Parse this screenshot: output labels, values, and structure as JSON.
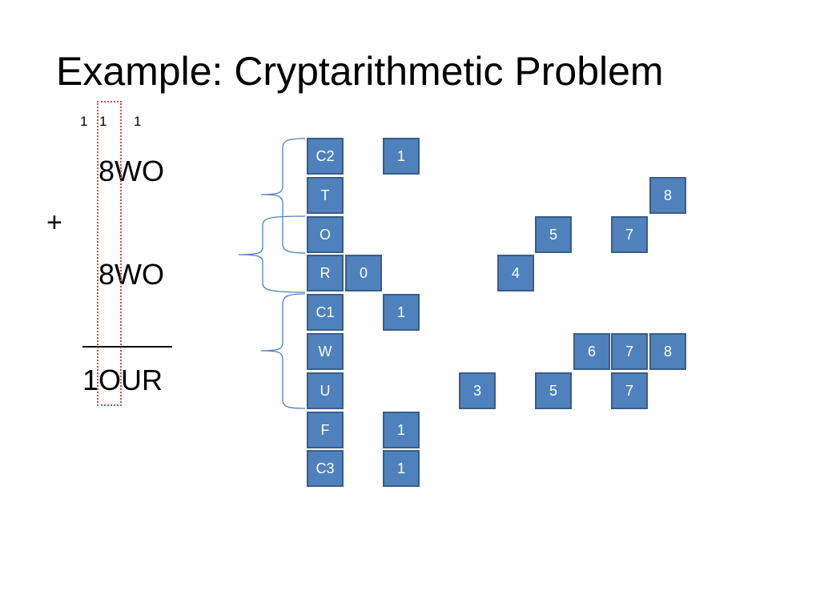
{
  "title": "Example: Cryptarithmetic Problem",
  "carries": [
    "1",
    "1",
    "1"
  ],
  "addend_1": "8WO",
  "operator": "+",
  "addend_2": "8WO",
  "result": "1OUR",
  "variables": [
    "C2",
    "T",
    "O",
    "R",
    "C1",
    "W",
    "U",
    "F",
    "C3"
  ],
  "values": [
    {
      "row": 0,
      "col": 2,
      "value": "1"
    },
    {
      "row": 1,
      "col": 9,
      "value": "8"
    },
    {
      "row": 2,
      "col": 6,
      "value": "5"
    },
    {
      "row": 2,
      "col": 8,
      "value": "7"
    },
    {
      "row": 3,
      "col": 1,
      "value": "0"
    },
    {
      "row": 3,
      "col": 5,
      "value": "4"
    },
    {
      "row": 4,
      "col": 2,
      "value": "1"
    },
    {
      "row": 5,
      "col": 7,
      "value": "6"
    },
    {
      "row": 5,
      "col": 8,
      "value": "7"
    },
    {
      "row": 5,
      "col": 9,
      "value": "8"
    },
    {
      "row": 6,
      "col": 4,
      "value": "3"
    },
    {
      "row": 6,
      "col": 6,
      "value": "5"
    },
    {
      "row": 6,
      "col": 8,
      "value": "7"
    },
    {
      "row": 7,
      "col": 2,
      "value": "1"
    },
    {
      "row": 8,
      "col": 2,
      "value": "1"
    }
  ],
  "colors": {
    "cell_fill": "#4f81bd",
    "cell_border": "#385d8a",
    "brace": "#4f81bd",
    "column_highlight": "#c0504d"
  }
}
